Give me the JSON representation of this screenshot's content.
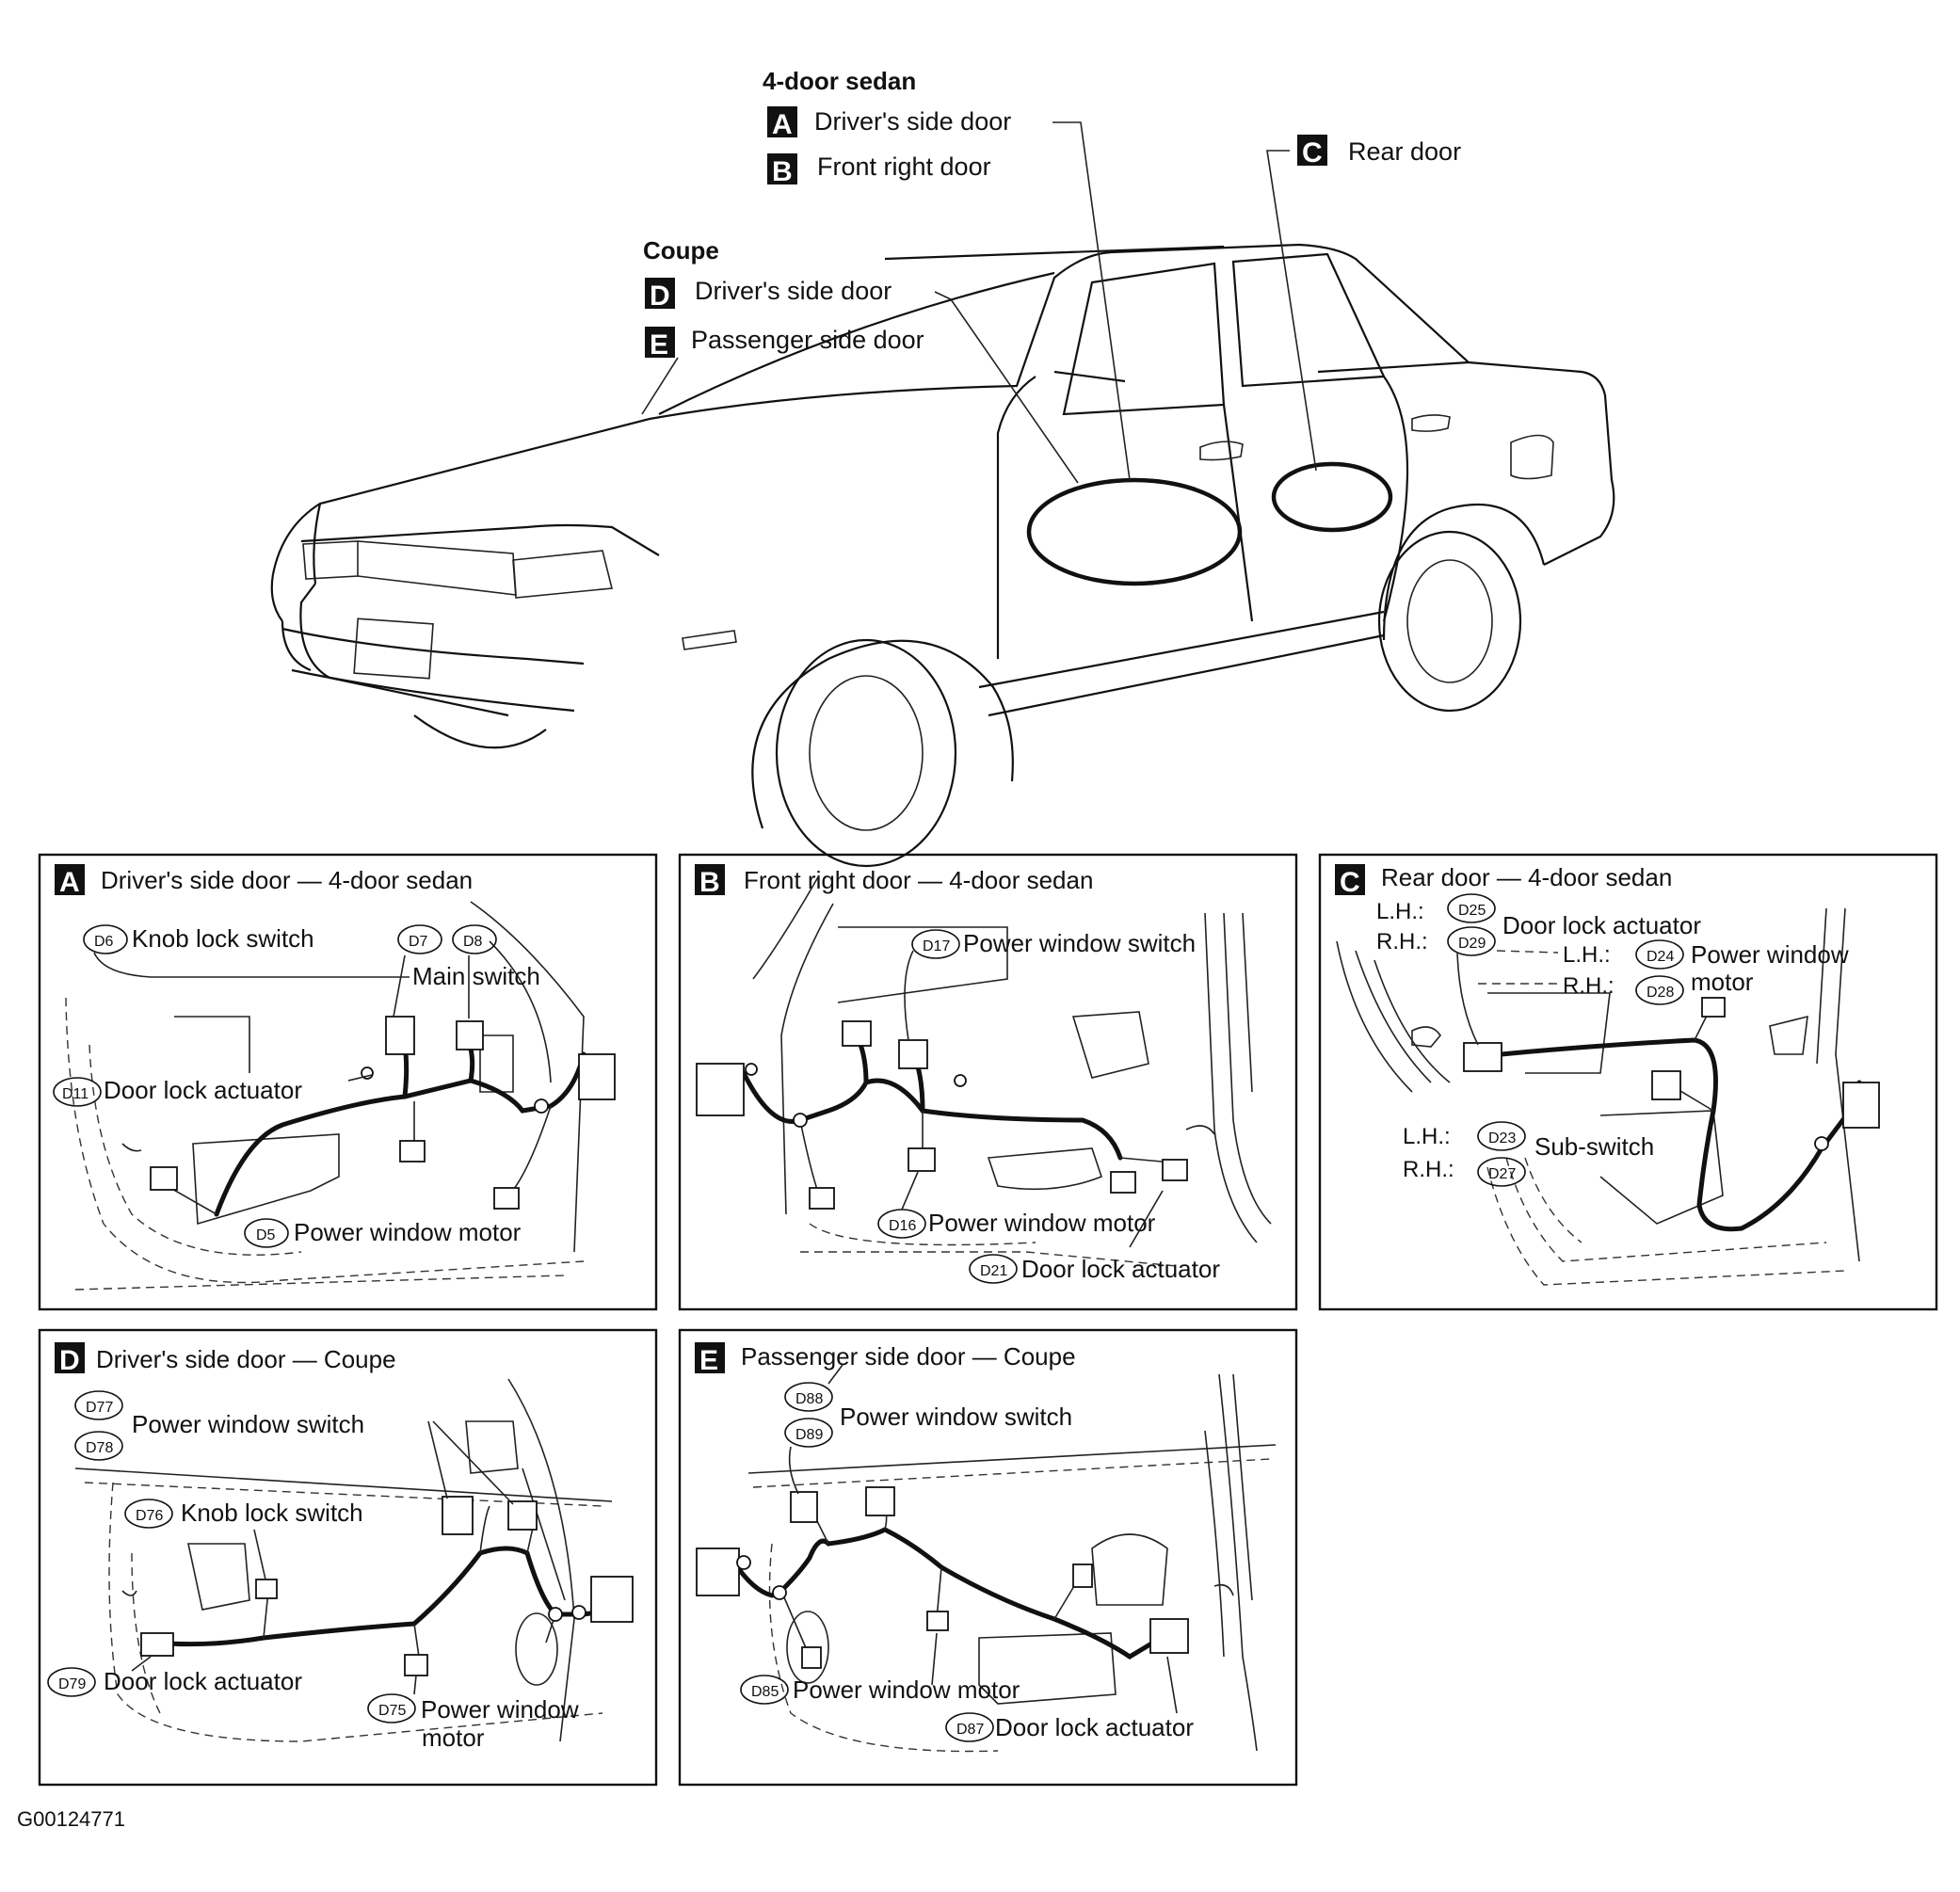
{
  "figure_id": "G00124771",
  "overview": {
    "sedan_heading": "4-door sedan",
    "coupe_heading": "Coupe",
    "callouts": [
      {
        "letter": "A",
        "label": "Driver's side door"
      },
      {
        "letter": "B",
        "label": "Front right door"
      },
      {
        "letter": "C",
        "label": "Rear door"
      },
      {
        "letter": "D",
        "label": "Driver's side door"
      },
      {
        "letter": "E",
        "label": "Passenger side door"
      }
    ]
  },
  "panels": {
    "A": {
      "letter": "A",
      "title": "Driver's side door — 4-door sedan",
      "labels": [
        {
          "codes": [
            "D6"
          ],
          "text": "Knob lock switch"
        },
        {
          "codes": [
            "D7",
            "D8"
          ],
          "text": "Main switch"
        },
        {
          "codes": [
            "D11"
          ],
          "text": "Door lock actuator"
        },
        {
          "codes": [
            "D5"
          ],
          "text": "Power window motor"
        }
      ]
    },
    "B": {
      "letter": "B",
      "title": "Front right door — 4-door sedan",
      "labels": [
        {
          "codes": [
            "D17"
          ],
          "text": "Power window switch"
        },
        {
          "codes": [
            "D16"
          ],
          "text": "Power window motor"
        },
        {
          "codes": [
            "D21"
          ],
          "text": "Door lock actuator"
        }
      ]
    },
    "C": {
      "letter": "C",
      "title": "Rear door — 4-door sedan",
      "labels": [
        {
          "prefixes": [
            "L.H.:",
            "R.H.:"
          ],
          "codes": [
            "D25",
            "D29"
          ],
          "text": "Door lock actuator"
        },
        {
          "prefixes": [
            "L.H.:",
            "R.H.:"
          ],
          "codes": [
            "D24",
            "D28"
          ],
          "text": "Power window",
          "text2": "motor"
        },
        {
          "prefixes": [
            "L.H.:",
            "R.H.:"
          ],
          "codes": [
            "D23",
            "D27"
          ],
          "text": "Sub-switch"
        }
      ]
    },
    "D": {
      "letter": "D",
      "title": "Driver's side door — Coupe",
      "labels": [
        {
          "codes": [
            "D77",
            "D78"
          ],
          "text": "Power window switch"
        },
        {
          "codes": [
            "D76"
          ],
          "text": "Knob lock switch"
        },
        {
          "codes": [
            "D79"
          ],
          "text": "Door lock actuator"
        },
        {
          "codes": [
            "D75"
          ],
          "text": "Power window",
          "text2": "motor"
        }
      ]
    },
    "E": {
      "letter": "E",
      "title": "Passenger side door — Coupe",
      "labels": [
        {
          "codes": [
            "D88",
            "D89"
          ],
          "text": "Power window switch"
        },
        {
          "codes": [
            "D85"
          ],
          "text": "Power window motor"
        },
        {
          "codes": [
            "D87"
          ],
          "text": "Door lock actuator"
        }
      ]
    }
  }
}
